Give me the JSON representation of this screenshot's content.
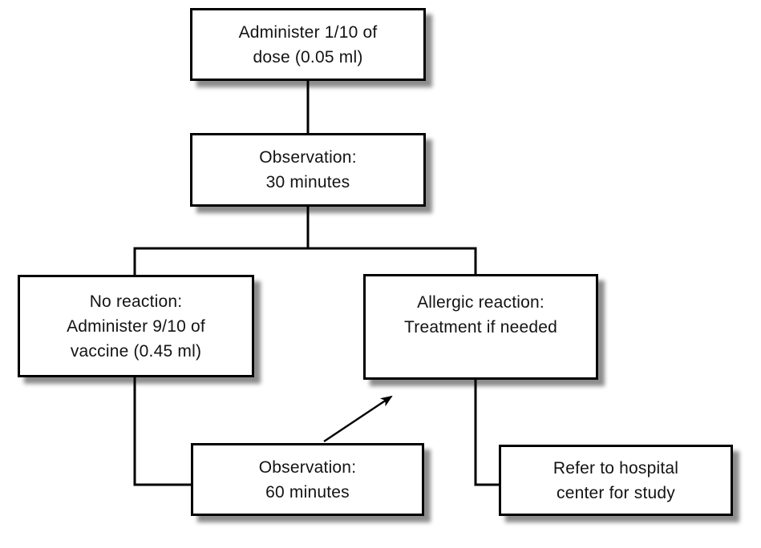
{
  "diagram": {
    "type": "flowchart",
    "colors": {
      "background": "#ffffff",
      "node_fill": "#ffffff",
      "node_border": "#000000",
      "line": "#000000",
      "shadow": "#7a7a7a"
    },
    "nodes": [
      {
        "id": "administer-tenth-dose",
        "lines": [
          "Administer 1/10 of",
          "dose (0.05 ml)"
        ]
      },
      {
        "id": "observation-30-minutes",
        "lines": [
          "Observation:",
          "30 minutes"
        ]
      },
      {
        "id": "no-reaction-administer-rest",
        "lines": [
          "No reaction:",
          "Administer 9/10 of",
          "vaccine (0.45 ml)"
        ]
      },
      {
        "id": "allergic-reaction-treatment",
        "lines": [
          "Allergic reaction:",
          "Treatment if needed"
        ]
      },
      {
        "id": "observation-60-minutes",
        "lines": [
          "Observation:",
          "60 minutes"
        ]
      },
      {
        "id": "refer-to-hospital",
        "lines": [
          "Refer to hospital",
          "center for study"
        ]
      }
    ],
    "edges": [
      {
        "from": "administer-tenth-dose",
        "to": "observation-30-minutes",
        "style": "line"
      },
      {
        "from": "observation-30-minutes",
        "to": "no-reaction-administer-rest",
        "style": "elbow"
      },
      {
        "from": "observation-30-minutes",
        "to": "allergic-reaction-treatment",
        "style": "elbow"
      },
      {
        "from": "no-reaction-administer-rest",
        "to": "observation-60-minutes",
        "style": "elbow"
      },
      {
        "from": "allergic-reaction-treatment",
        "to": "refer-to-hospital",
        "style": "elbow"
      },
      {
        "from": "observation-60-minutes",
        "to": "allergic-reaction-treatment",
        "style": "arrow"
      }
    ]
  }
}
